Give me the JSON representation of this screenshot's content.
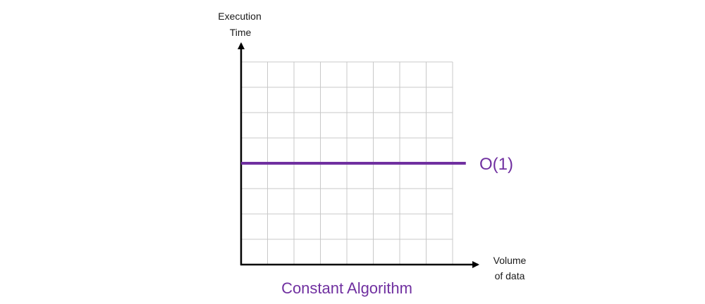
{
  "chart_data": {
    "type": "line",
    "title": "Constant Algorithm",
    "xlabel": [
      "Volume",
      "of data"
    ],
    "ylabel": [
      "Execution",
      "Time"
    ],
    "xlim": [
      0,
      8
    ],
    "ylim": [
      0,
      8
    ],
    "grid": true,
    "series": [
      {
        "name": "O(1)",
        "color": "#7030a0",
        "x": [
          0,
          8.5
        ],
        "values": [
          4,
          4
        ]
      }
    ]
  },
  "colors": {
    "accent": "#7030a0",
    "grid": "#c8c8c8",
    "axis": "#000000"
  }
}
